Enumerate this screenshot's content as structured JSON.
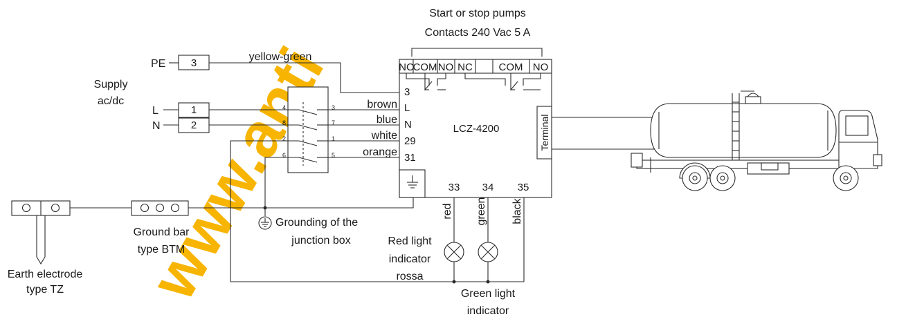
{
  "watermark": "www.anti",
  "pumps": {
    "line1": "Start or stop pumps",
    "line2": "Contacts 240 Vac 5 A",
    "relay_labels": [
      "NC",
      "COM",
      "NO",
      "NC",
      "COM",
      "NO"
    ]
  },
  "supply": {
    "pe_label": "PE",
    "pe_terminal": "3",
    "l_label": "L",
    "l_terminal": "1",
    "n_label": "N",
    "n_terminal": "2",
    "title_line1": "Supply",
    "title_line2": "ac/dc"
  },
  "wires": {
    "yellow_green": "yellow-green",
    "brown": "brown",
    "blue": "blue",
    "white": "white",
    "orange": "orange",
    "red": "red",
    "green": "green",
    "black": "black"
  },
  "switch_pins": {
    "left": [
      "4",
      "8",
      "2",
      "6"
    ],
    "right": [
      "3",
      "7",
      "1",
      "5"
    ]
  },
  "controller": {
    "name": "LCZ-4200",
    "left_terminals": [
      "3",
      "L",
      "N",
      "29",
      "31"
    ],
    "bottom_terminals": [
      "33",
      "34",
      "35"
    ],
    "terminal_label": "Terminal",
    "ground_symbol": "⏚"
  },
  "grounding": {
    "line1": "Grounding of the",
    "line2": "junction box"
  },
  "ground_bar": {
    "line1": "Ground bar",
    "line2": "type BTM"
  },
  "earth_electrode": {
    "line1": "Earth electrode",
    "line2": "type TZ"
  },
  "red_light": {
    "line1": "Red light",
    "line2": "indicator",
    "line3": "rossa"
  },
  "green_light": {
    "line1": "Green light",
    "line2": "indicator"
  }
}
